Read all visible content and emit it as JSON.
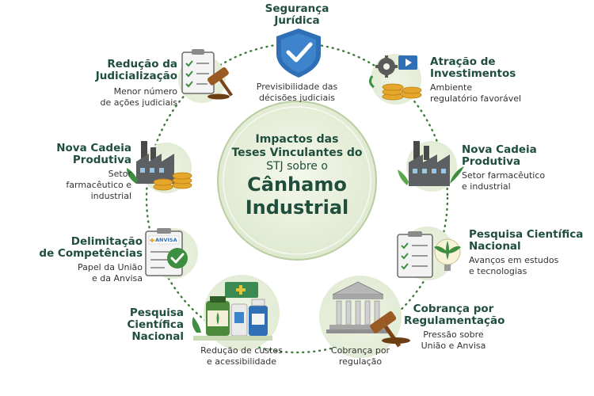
{
  "center": {
    "line1": "Impactos das",
    "line2": "Teses Vinculantes do",
    "line3": "STJ sobre o",
    "line4": "Cânhamo",
    "line5": "Industrial"
  },
  "nodes": {
    "seguranca": {
      "title1": "Segurança",
      "title2": "Jurídica",
      "desc1": "Previsibilidade das",
      "desc2": "décisões judiciais"
    },
    "atracao": {
      "title1": "Atração de",
      "title2": "Investimentos",
      "desc1": "Ambiente",
      "desc2": "regulatório favorável"
    },
    "cadeia_right": {
      "title1": "Nova Cadeia",
      "title2": "Produtiva",
      "desc1": "Setor farmacêutico",
      "desc2": "e industrial"
    },
    "pesquisa_right": {
      "title1": "Pesquisa Científica",
      "title2": "Nacional",
      "desc1": "Avanços em estudos",
      "desc2": "e tecnologias"
    },
    "cobranca": {
      "title1": "Cobrança por",
      "title2": "Regulamentação",
      "desc1": "Pressão sobre",
      "desc2": "União e Anvisa"
    },
    "cobranca_bottom": {
      "desc1": "Cobrança por",
      "desc2": "regulação"
    },
    "pesquisa_left": {
      "title1": "Pesquisa",
      "title2": "Científica",
      "title3": "Nacional",
      "desc1": "Redução de custos",
      "desc2": "e acessibilidade"
    },
    "delimitacao": {
      "title1": "Delimitação",
      "title2": "de Competências",
      "desc1": "Papel da União",
      "desc2": "e da Anvisa",
      "badge": "ANVISA"
    },
    "cadeia_left": {
      "title1": "Nova Cadeia",
      "title2": "Produtiva",
      "desc1": "Setor",
      "desc2": "farmacêutico e",
      "desc3": "industrial"
    },
    "reducao": {
      "title1": "Redução da",
      "title2": "Judicialização",
      "desc1": "Menor número",
      "desc2": "de ações judiciais"
    }
  },
  "colors": {
    "dark_green": "#1f4e3d",
    "green": "#3e8e41",
    "light_green": "#e6efd9",
    "blue": "#2f6fb5",
    "gold": "#e4a72a",
    "brown": "#9a5a24"
  }
}
